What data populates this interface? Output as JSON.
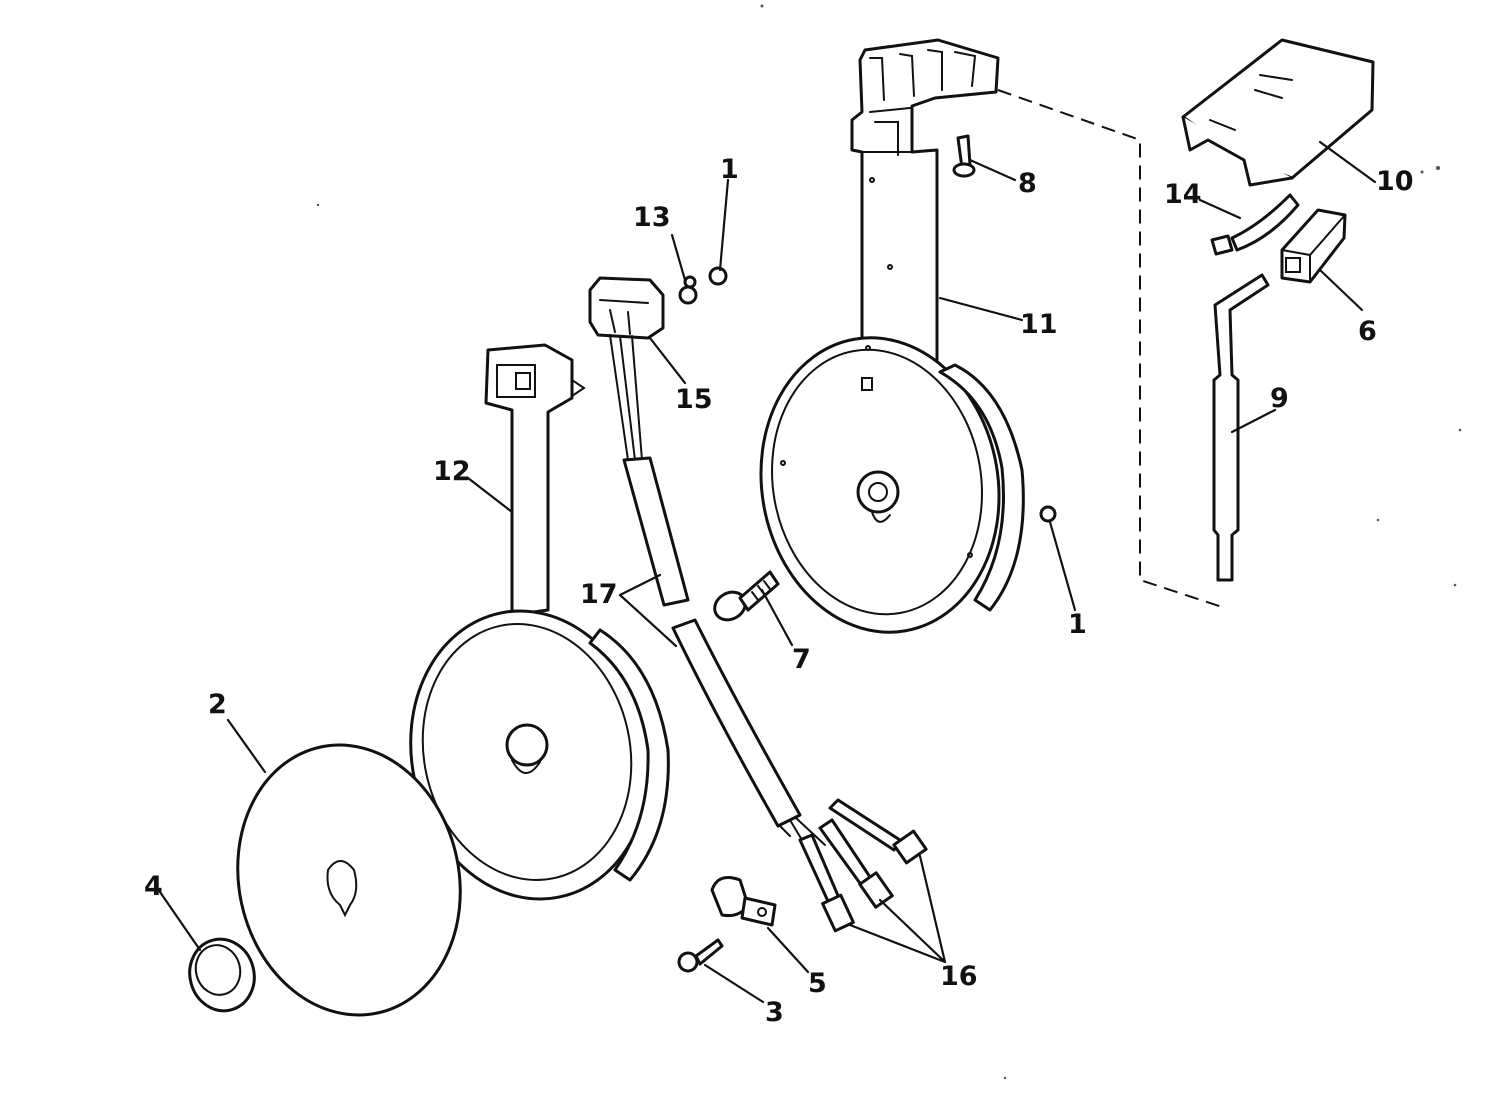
{
  "diagram": {
    "callouts": [
      "1",
      "1",
      "1",
      "2",
      "3",
      "4",
      "5",
      "6",
      "7",
      "8",
      "9",
      "10",
      "11",
      "12",
      "13",
      "14",
      "15",
      "16",
      "17"
    ]
  },
  "colors": {
    "ink": "#111111",
    "paper": "#ffffff"
  }
}
